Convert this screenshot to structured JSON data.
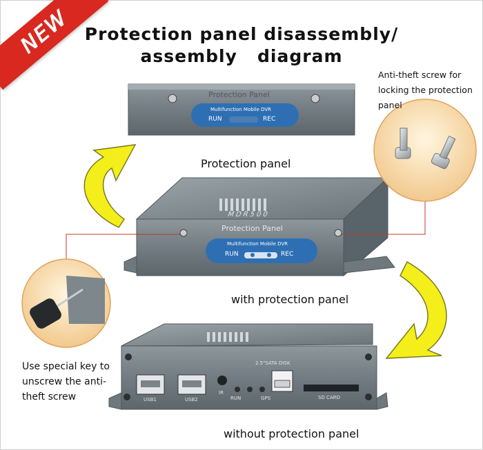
{
  "badge": {
    "text": "NEW",
    "color": "#d8281f"
  },
  "title": {
    "line1": "Protection panel disassembly/",
    "line2": "assembly   diagram"
  },
  "labels": {
    "protection_panel": "Protection panel",
    "with_panel": "with protection panel",
    "without_panel": "without protection panel"
  },
  "notes": {
    "screw": "Anti-theft screw for locking the protection panel",
    "key": "Use special key to unscrew the anti-theft screw"
  },
  "device": {
    "panel_label": "Protection Panel",
    "plate_label": "Multifunction Mobile DVR",
    "run": "RUN",
    "rec": "REC",
    "disk": "2.5\"SATA DISK",
    "usb1": "USB1",
    "usb2": "USB2",
    "ir": "IR",
    "status": "RUN",
    "gps": "GPS",
    "sdcard": "SD CARD",
    "brand": "MDR500"
  },
  "colors": {
    "arrow_fill": "#f4ee1a",
    "arrow_stroke": "#7a7a20",
    "leader": "#c0392b",
    "plate": "#2e6fb3",
    "metal": "#6f7a80"
  }
}
